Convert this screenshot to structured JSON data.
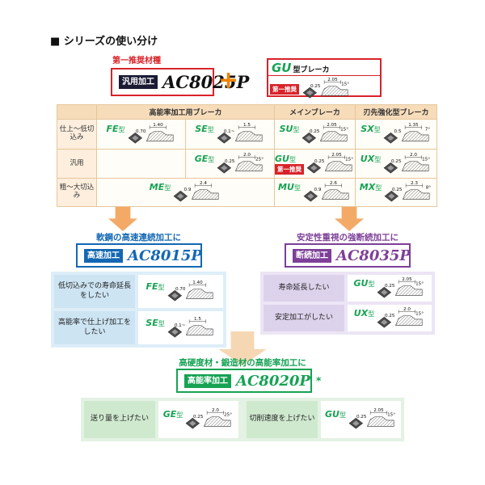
{
  "title": "■ シリーズの使い分け",
  "colors": {
    "red": "#d8232a",
    "orange": "#f08300",
    "blue": "#1467b3",
    "purple": "#7d3f98",
    "green": "#17a254",
    "peach_header": "#f7dcba",
    "arrow_orange": "#f3aa66"
  },
  "top": {
    "first_label": "第一推奨材種",
    "chip": "汎用加工",
    "grade": "AC8025P",
    "plus": "+",
    "gu_box": {
      "type": "GU",
      "suffix": "型ブレーカ",
      "badge": "第一推奨",
      "diagram": {
        "dims": [
          "2.05",
          "0.25"
        ],
        "angle": "15°"
      }
    }
  },
  "table": {
    "headers": [
      "高能率加工用ブレーカ",
      "メインブレーカ",
      "刃先強化型ブレーカ"
    ],
    "rows": [
      "仕上～低切込み",
      "汎用",
      "粗～大切込み"
    ],
    "cells": {
      "fe": {
        "type": "FE",
        "suffix": "型",
        "dims": [
          "1.40",
          "0.70"
        ],
        "angle": ""
      },
      "se": {
        "type": "SE",
        "suffix": "型",
        "dims": [
          "1.5",
          "0.1~"
        ],
        "angle": ""
      },
      "su": {
        "type": "SU",
        "suffix": "型",
        "dims": [
          "2.05",
          "0.25"
        ],
        "angle": "15°"
      },
      "sx": {
        "type": "SX",
        "suffix": "型",
        "dims": [
          "1.35",
          "0.5"
        ],
        "angle": "7°"
      },
      "ge": {
        "type": "GE",
        "suffix": "型",
        "dims": [
          "2.0",
          "0.25"
        ],
        "angle": "25°"
      },
      "gu": {
        "type": "GU",
        "suffix": "型",
        "dims": [
          "2.05",
          "0.25"
        ],
        "angle": "15°",
        "badge": "第一推奨"
      },
      "ux": {
        "type": "UX",
        "suffix": "型",
        "dims": [
          "2.0",
          "0.25"
        ],
        "angle": "15°"
      },
      "me": {
        "type": "ME",
        "suffix": "型",
        "dims": [
          "2.4",
          "0.9"
        ],
        "angle": ""
      },
      "mu": {
        "type": "MU",
        "suffix": "型",
        "dims": [
          "2.6",
          "0.9"
        ],
        "angle": ""
      },
      "mx": {
        "type": "MX",
        "suffix": "型",
        "dims": [
          "2.3",
          "0.25"
        ],
        "angle": "8°"
      }
    }
  },
  "left_box": {
    "header": "軟鋼の高速連続加工に",
    "chip": "高速加工",
    "grade": "AC8015P",
    "rows": [
      {
        "text": "低切込みでの寿命延長をしたい"
      },
      {
        "text": "高能率で仕上げ加工をしたい"
      }
    ]
  },
  "right_box": {
    "header": "安定性重視の強断続加工に",
    "chip": "断続加工",
    "grade": "AC8035P",
    "rows": [
      {
        "text": "寿命延長したい"
      },
      {
        "text": "安定加工がしたい"
      }
    ]
  },
  "bottom_box": {
    "header": "高硬度材・鍛造材の高能率加工に",
    "chip": "高能率加工",
    "grade": "AC8020P",
    "sparkle": "*",
    "cells": [
      {
        "text": "送り量を上げたい"
      },
      {
        "text": "切削速度を上げたい"
      }
    ]
  }
}
